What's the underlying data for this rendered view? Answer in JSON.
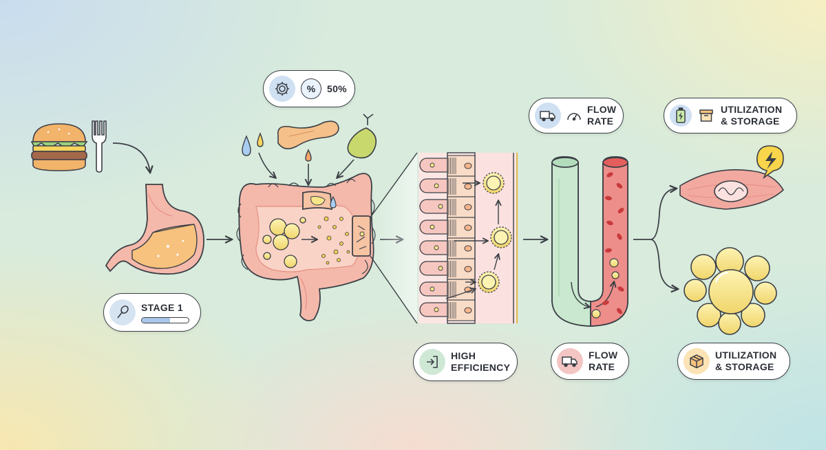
{
  "badges": {
    "enzymes": {
      "percent_label": "50%",
      "icons": [
        "gear-icon",
        "percent-icon"
      ]
    },
    "stage": {
      "label": "STAGE 1",
      "progress": 0.6,
      "icon": "spoon-icon"
    },
    "absorption": {
      "line1": "HIGH",
      "line2": "EFFICIENCY",
      "icon": "enter-icon",
      "color": "#cfe8d6"
    },
    "flow_top": {
      "line1": "FLOW",
      "line2": "RATE",
      "icons": [
        "truck-icon",
        "gauge-icon"
      ]
    },
    "flow_bottom": {
      "line1": "FLOW",
      "line2": "RATE",
      "icon": "truck-icon",
      "color": "#f3c5c3"
    },
    "util_top": {
      "line1": "UTILIZATION",
      "line2": "& STORAGE",
      "icons": [
        "battery-icon",
        "box-icon"
      ]
    },
    "util_bottom": {
      "line1": "UTILIZATION",
      "line2": "& STORAGE",
      "icon": "box-icon",
      "color": "#fbe3b5"
    }
  },
  "colors": {
    "outline": "#3b3f46",
    "tissue": "#f4b9ab",
    "tissue_dark": "#e58f82",
    "fat": "#f7e58a",
    "blood": "#e9706b",
    "lymph": "#bfe3c8"
  }
}
